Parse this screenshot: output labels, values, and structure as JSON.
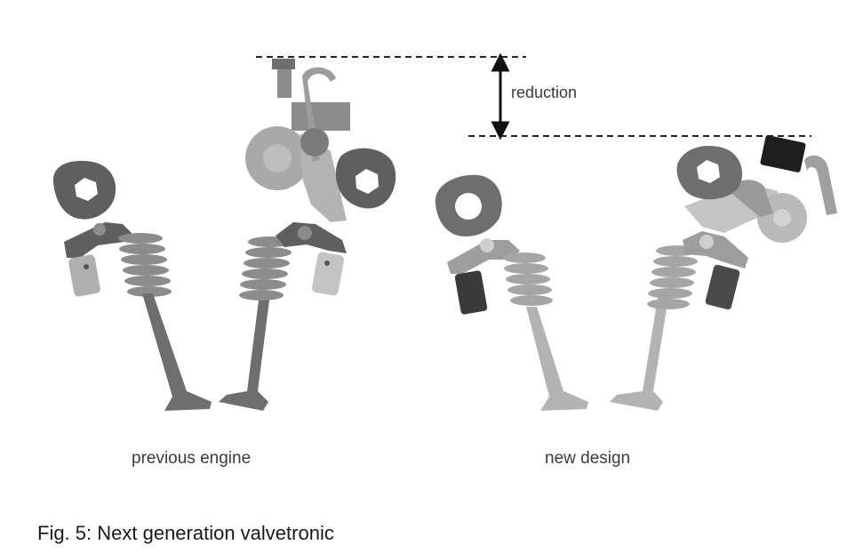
{
  "labels": {
    "reduction": "reduction",
    "previous_engine": "previous engine",
    "new_design": "new design"
  },
  "caption": "Fig. 5: Next generation valvetronic",
  "colors": {
    "dark_part": "#5f5f5f",
    "mid_part": "#8c8c8c",
    "light_part": "#b9b9b9",
    "black_part": "#1e1e1e",
    "dimension_line": "#111111"
  }
}
